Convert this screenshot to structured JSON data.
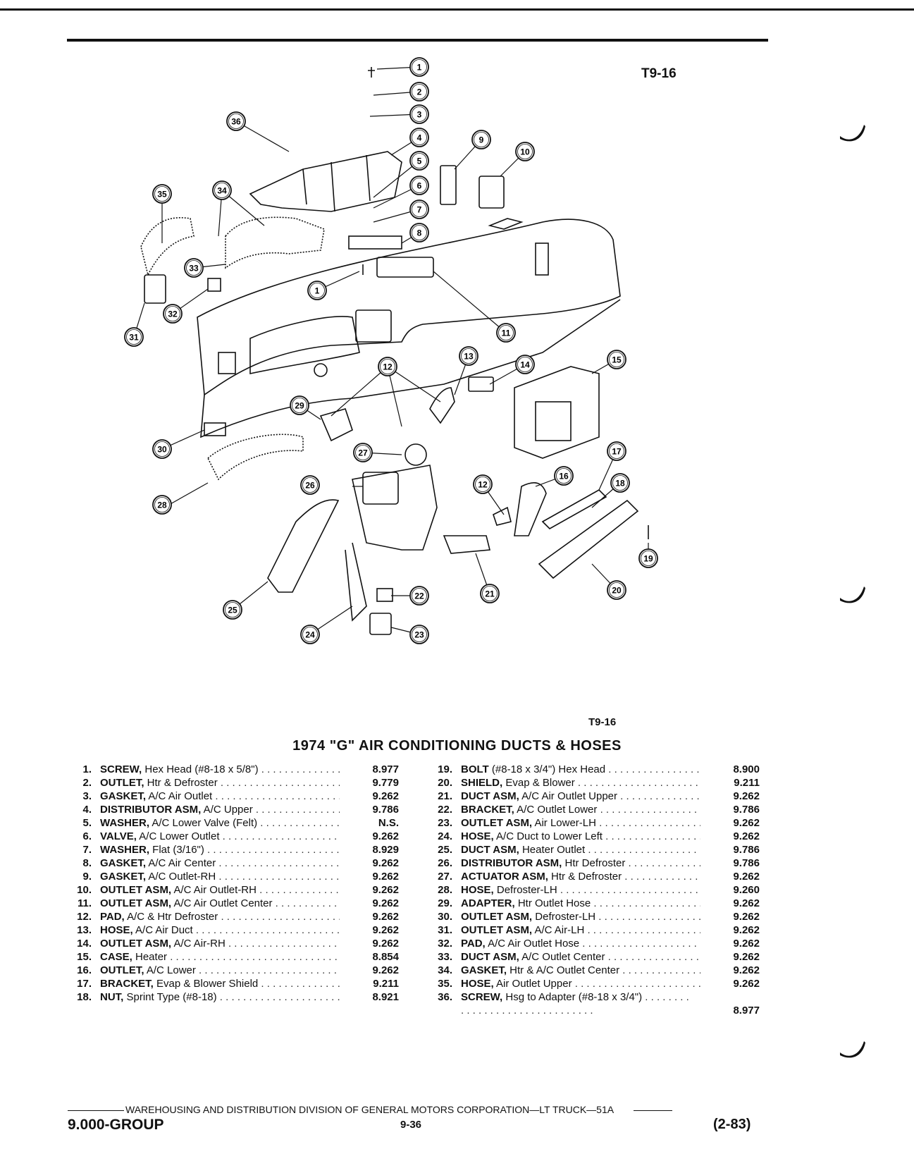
{
  "figure_id": "T9-16",
  "figure_id_caption": "T9-16",
  "title": "1974 \"G\" AIR CONDITIONING DUCTS & HOSES",
  "parts_left": [
    {
      "num": "1.",
      "name": "SCREW,",
      "desc": " Hex Head (#8-18 x 5/8\")",
      "code": "8.977"
    },
    {
      "num": "2.",
      "name": "OUTLET,",
      "desc": " Htr & Defroster",
      "code": "9.779"
    },
    {
      "num": "3.",
      "name": "GASKET,",
      "desc": " A/C Air Outlet",
      "code": "9.262"
    },
    {
      "num": "4.",
      "name": "DISTRIBUTOR ASM,",
      "desc": " A/C Upper",
      "code": "9.786"
    },
    {
      "num": "5.",
      "name": "WASHER,",
      "desc": " A/C Lower Valve (Felt)",
      "code": "N.S."
    },
    {
      "num": "6.",
      "name": "VALVE,",
      "desc": " A/C Lower Outlet",
      "code": "9.262"
    },
    {
      "num": "7.",
      "name": "WASHER,",
      "desc": " Flat (3/16\")",
      "code": "8.929"
    },
    {
      "num": "8.",
      "name": "GASKET,",
      "desc": " A/C Air Center",
      "code": "9.262"
    },
    {
      "num": "9.",
      "name": "GASKET,",
      "desc": " A/C Outlet-RH",
      "code": "9.262"
    },
    {
      "num": "10.",
      "name": "OUTLET ASM,",
      "desc": " A/C Air Outlet-RH",
      "code": "9.262"
    },
    {
      "num": "11.",
      "name": "OUTLET ASM,",
      "desc": " A/C Air Outlet Center",
      "code": "9.262"
    },
    {
      "num": "12.",
      "name": "PAD,",
      "desc": " A/C & Htr Defroster",
      "code": "9.262"
    },
    {
      "num": "13.",
      "name": "HOSE,",
      "desc": " A/C Air Duct",
      "code": "9.262"
    },
    {
      "num": "14.",
      "name": "OUTLET ASM,",
      "desc": " A/C Air-RH",
      "code": "9.262"
    },
    {
      "num": "15.",
      "name": "CASE,",
      "desc": " Heater",
      "code": "8.854"
    },
    {
      "num": "16.",
      "name": "OUTLET,",
      "desc": " A/C Lower",
      "code": "9.262"
    },
    {
      "num": "17.",
      "name": "BRACKET,",
      "desc": " Evap & Blower Shield",
      "code": "9.211"
    },
    {
      "num": "18.",
      "name": "NUT,",
      "desc": " Sprint Type (#8-18)",
      "code": "8.921"
    }
  ],
  "parts_right": [
    {
      "num": "19.",
      "name": "BOLT",
      "desc": " (#8-18 x 3/4\") Hex Head",
      "code": "8.900"
    },
    {
      "num": "20.",
      "name": "SHIELD,",
      "desc": " Evap & Blower",
      "code": "9.211"
    },
    {
      "num": "21.",
      "name": "DUCT ASM,",
      "desc": " A/C Air Outlet Upper",
      "code": "9.262"
    },
    {
      "num": "22.",
      "name": "BRACKET,",
      "desc": " A/C Outlet Lower",
      "code": "9.786"
    },
    {
      "num": "23.",
      "name": "OUTLET ASM,",
      "desc": " Air Lower-LH",
      "code": "9.262"
    },
    {
      "num": "24.",
      "name": "HOSE,",
      "desc": " A/C Duct to Lower Left",
      "code": "9.262"
    },
    {
      "num": "25.",
      "name": "DUCT ASM,",
      "desc": " Heater Outlet",
      "code": "9.786"
    },
    {
      "num": "26.",
      "name": "DISTRIBUTOR ASM,",
      "desc": " Htr Defroster",
      "code": "9.786"
    },
    {
      "num": "27.",
      "name": "ACTUATOR ASM,",
      "desc": " Htr & Defroster",
      "code": "9.262"
    },
    {
      "num": "28.",
      "name": "HOSE,",
      "desc": " Defroster-LH",
      "code": "9.260"
    },
    {
      "num": "29.",
      "name": "ADAPTER,",
      "desc": " Htr Outlet Hose",
      "code": "9.262"
    },
    {
      "num": "30.",
      "name": "OUTLET ASM,",
      "desc": " Defroster-LH",
      "code": "9.262"
    },
    {
      "num": "31.",
      "name": "OUTLET ASM,",
      "desc": " A/C Air-LH",
      "code": "9.262"
    },
    {
      "num": "32.",
      "name": "PAD,",
      "desc": " A/C Air Outlet Hose",
      "code": "9.262"
    },
    {
      "num": "33.",
      "name": "DUCT ASM,",
      "desc": " A/C Outlet Center",
      "code": "9.262"
    },
    {
      "num": "34.",
      "name": "GASKET,",
      "desc": " Htr & A/C Outlet Center",
      "code": "9.262"
    },
    {
      "num": "35.",
      "name": "HOSE,",
      "desc": " Air Outlet Upper",
      "code": "9.262"
    },
    {
      "num": "36.",
      "name": "SCREW,",
      "desc": " Hsg to Adapter (#8-18 x 3/4\")",
      "code": "8.977"
    }
  ],
  "callouts": [
    "1",
    "2",
    "3",
    "4",
    "5",
    "6",
    "7",
    "8",
    "9",
    "10",
    "11",
    "12",
    "13",
    "14",
    "15",
    "16",
    "17",
    "18",
    "19",
    "20",
    "21",
    "22",
    "23",
    "24",
    "25",
    "26",
    "27",
    "28",
    "29",
    "30",
    "31",
    "32",
    "33",
    "34",
    "35",
    "36",
    "1",
    "12"
  ],
  "footer": {
    "division": "WAREHOUSING AND DISTRIBUTION  DIVISION OF GENERAL MOTORS CORPORATION—LT TRUCK—51A",
    "group": "9.000-GROUP",
    "page": "9-36",
    "date": "(2-83)"
  }
}
